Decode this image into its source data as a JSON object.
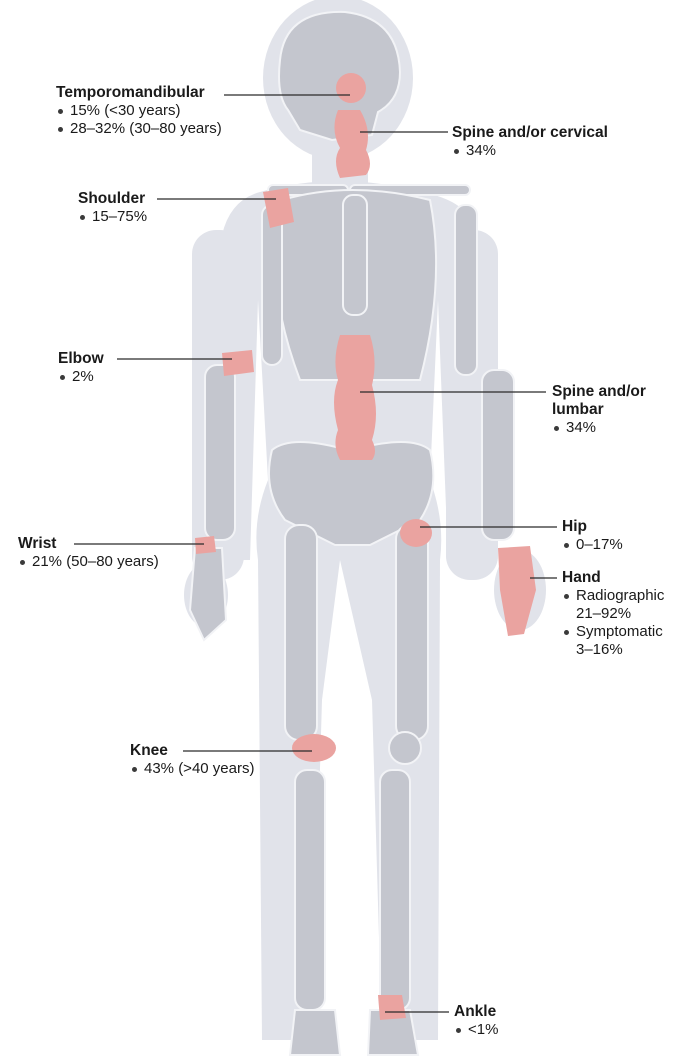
{
  "regions": {
    "temporomandibular": {
      "title": "Temporomandibular",
      "items": [
        "15% (<30 years)",
        "28–32% (30–80 years)"
      ]
    },
    "spine_cervical": {
      "title": "Spine and/or cervical",
      "items": [
        "34%"
      ]
    },
    "shoulder": {
      "title": "Shoulder",
      "items": [
        "15–75%"
      ]
    },
    "elbow": {
      "title": "Elbow",
      "items": [
        "2%"
      ]
    },
    "spine_lumbar": {
      "title_lines": [
        "Spine and/or",
        "lumbar"
      ],
      "items": [
        "34%"
      ]
    },
    "wrist": {
      "title": "Wrist",
      "items": [
        "21% (50–80 years)"
      ]
    },
    "hip": {
      "title": "Hip",
      "items": [
        "0–17%"
      ]
    },
    "hand": {
      "title": "Hand",
      "items": [
        [
          "Radiographic",
          "21–92%"
        ],
        [
          "Symptomatic",
          "3–16%"
        ]
      ]
    },
    "knee": {
      "title": "Knee",
      "items": [
        "43% (>40 years)"
      ]
    },
    "ankle": {
      "title": "Ankle",
      "items": [
        "<1%"
      ]
    }
  },
  "colors": {
    "body_silhouette": "#e1e3ea",
    "bone": "#c4c6ce",
    "bone_outline": "#f2f3f6",
    "highlight": "#eaa3a0",
    "line": "#2a2a2a"
  }
}
